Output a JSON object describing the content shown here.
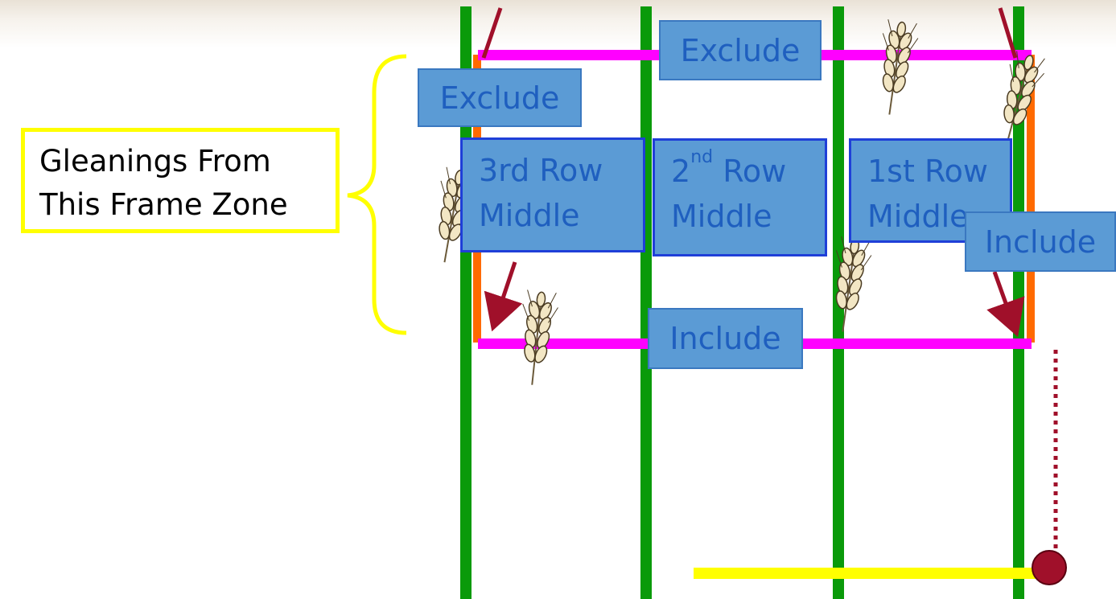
{
  "callout": {
    "line1": "Gleanings From",
    "line2": "This Frame Zone"
  },
  "labels": {
    "exclude_top": "Exclude",
    "exclude_left": "Exclude",
    "include_bottom": "Include",
    "include_right": "Include"
  },
  "rows": {
    "third": {
      "line1": "3rd Row",
      "line2": "Middle"
    },
    "second": {
      "ordinal": "2",
      "ordinal_suffix": "nd",
      "line1_rest": " Row",
      "line2": "Middle"
    },
    "first": {
      "line1": "1st Row",
      "line2": "Middle"
    }
  },
  "colors": {
    "row_line": "#0a9a0a",
    "frame_edge": "#ff00ff",
    "frame_side": "#ff6a00",
    "arrow": "#a0102a",
    "bracket": "#ffff00",
    "header_bar": "#ffff00",
    "marker": "#a0102a",
    "label_fill": "#5b9bd5",
    "label_text": "#1f5fbf"
  },
  "icons": [
    "wheat-head-icon"
  ]
}
